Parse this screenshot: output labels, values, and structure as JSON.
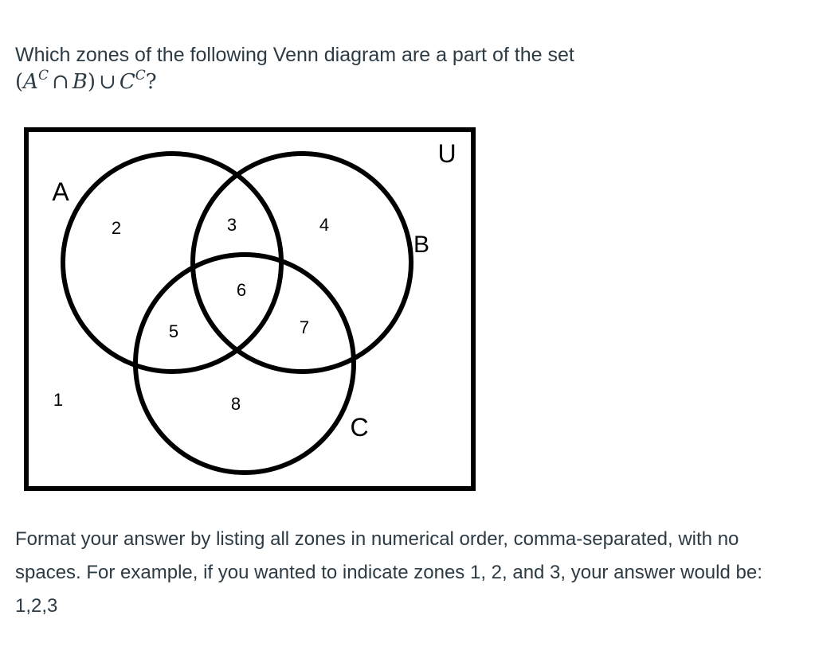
{
  "question": {
    "prompt": "Which zones of the following Venn diagram are a part of the set",
    "expression": {
      "open_paren": "(",
      "set_a": "A",
      "sup_1": "C",
      "intersect": "∩",
      "set_b": "B",
      "close_paren": ")",
      "union": "∪",
      "set_c": "C",
      "sup_2": "C",
      "question_mark": "?"
    }
  },
  "diagram": {
    "universe_label": "U",
    "set_labels": {
      "a": "A",
      "b": "B",
      "c": "C"
    },
    "zones": [
      "1",
      "2",
      "3",
      "4",
      "5",
      "6",
      "7",
      "8"
    ]
  },
  "instructions": {
    "text": "Format your answer by listing all zones in numerical order, comma-separated, with no spaces. For example, if you wanted to indicate zones 1, 2, and 3, your answer would be:",
    "example": "1,2,3"
  }
}
